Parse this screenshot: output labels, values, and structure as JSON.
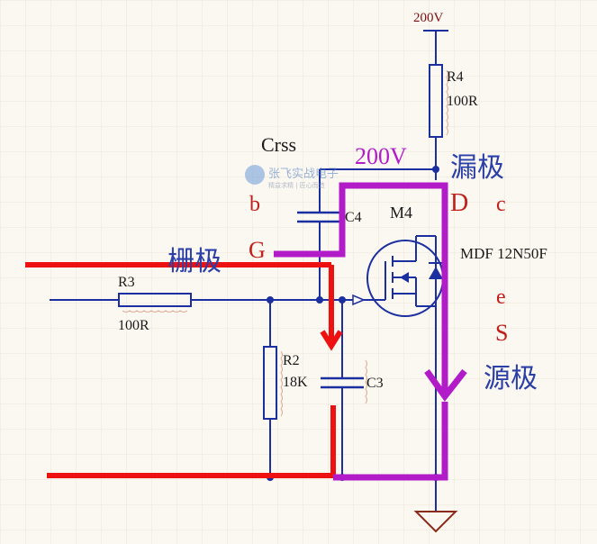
{
  "supply": {
    "label": "200V"
  },
  "components": {
    "r4": {
      "ref": "R4",
      "value": "100R"
    },
    "r3": {
      "ref": "R3",
      "value": "100R"
    },
    "r2": {
      "ref": "R2",
      "value": "18K"
    },
    "c4": {
      "ref": "C4"
    },
    "c3": {
      "ref": "C3"
    },
    "m4": {
      "ref": "M4",
      "part": "MDF 12N50F"
    }
  },
  "annotations": {
    "crss": "Crss",
    "drain_voltage": "200V",
    "drain_cn": "漏极",
    "gate_cn": "栅极",
    "source_cn": "源极",
    "b": "b",
    "g": "G",
    "d": "D",
    "c": "c",
    "e": "e",
    "s": "S"
  },
  "watermark": {
    "title": "张飞实战电子",
    "subtitle": "精益求精 | 匠心而造"
  },
  "colors": {
    "wire": "#1c2fa0",
    "red_annotation": "#ee1111",
    "magenta_annotation": "#b11bc8",
    "label_red": "#c0201c",
    "label_dark": "#1a1a1a",
    "label_blue": "#2b3fa8",
    "supply_label": "#7a0f10"
  }
}
